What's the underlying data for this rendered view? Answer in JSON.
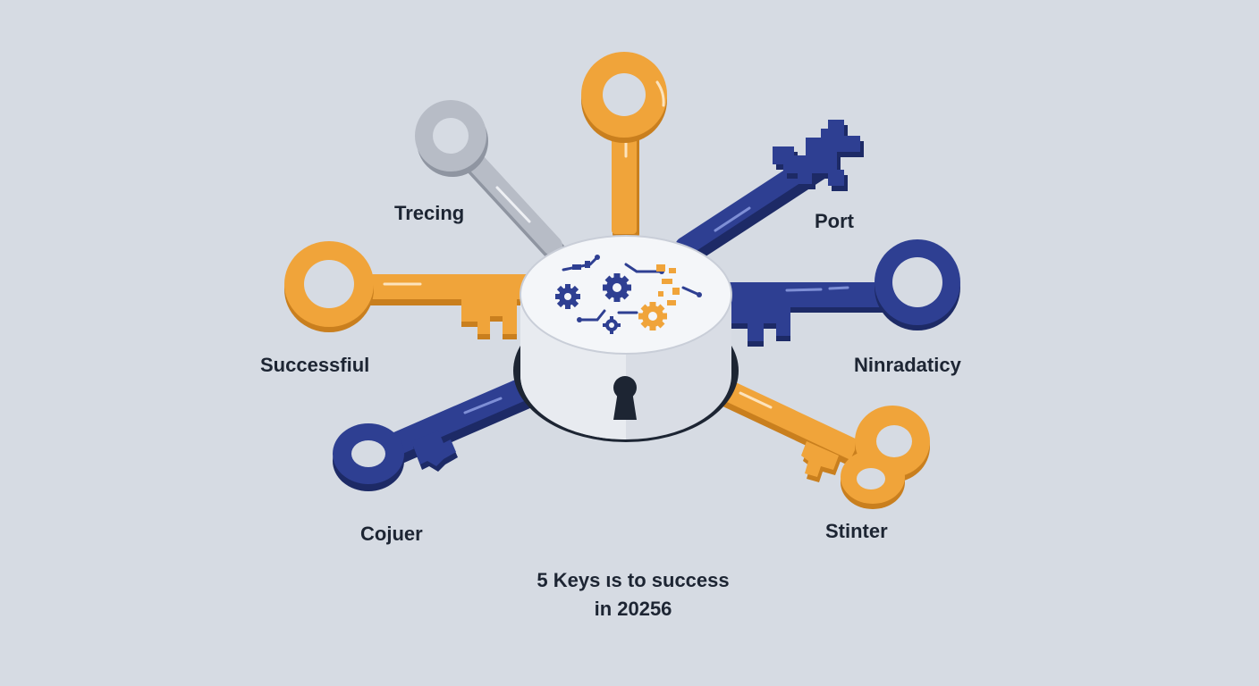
{
  "labels": {
    "tracing": "Trecing",
    "port": "Port",
    "successful": "Successfiul",
    "nonradicity": "Ninradaticy",
    "cojuer": "Cojuer",
    "stinter": "Stinter"
  },
  "caption": {
    "line1": "5 Keys ιs to success",
    "line2": "in 20256"
  },
  "colors": {
    "background": "#d6dbe3",
    "orange": "#f0a43a",
    "orange_dark": "#c97f1e",
    "navy": "#2e3f92",
    "navy_dark": "#1d2a66",
    "gray": "#b7bcc6",
    "gray_dark": "#8f95a1",
    "lock_body": "#e6e9ef",
    "text": "#1d2533"
  }
}
